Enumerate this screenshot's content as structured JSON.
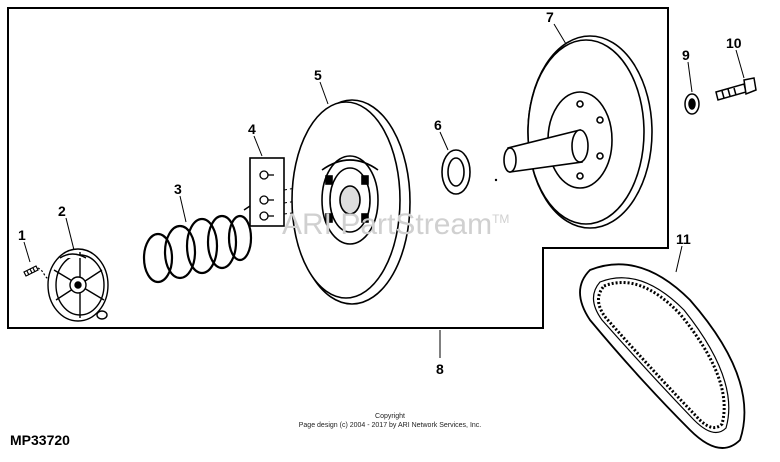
{
  "diagram": {
    "callouts": [
      "1",
      "2",
      "3",
      "4",
      "5",
      "6",
      "7",
      "8",
      "9",
      "10",
      "11"
    ],
    "part_code": "MP33720",
    "watermark": "ARI PartStream",
    "watermark_mark": "TM",
    "copyright_line1": "Copyright",
    "copyright_line2": "Page design (c) 2004 - 2017 by ARI Network Services, Inc."
  }
}
